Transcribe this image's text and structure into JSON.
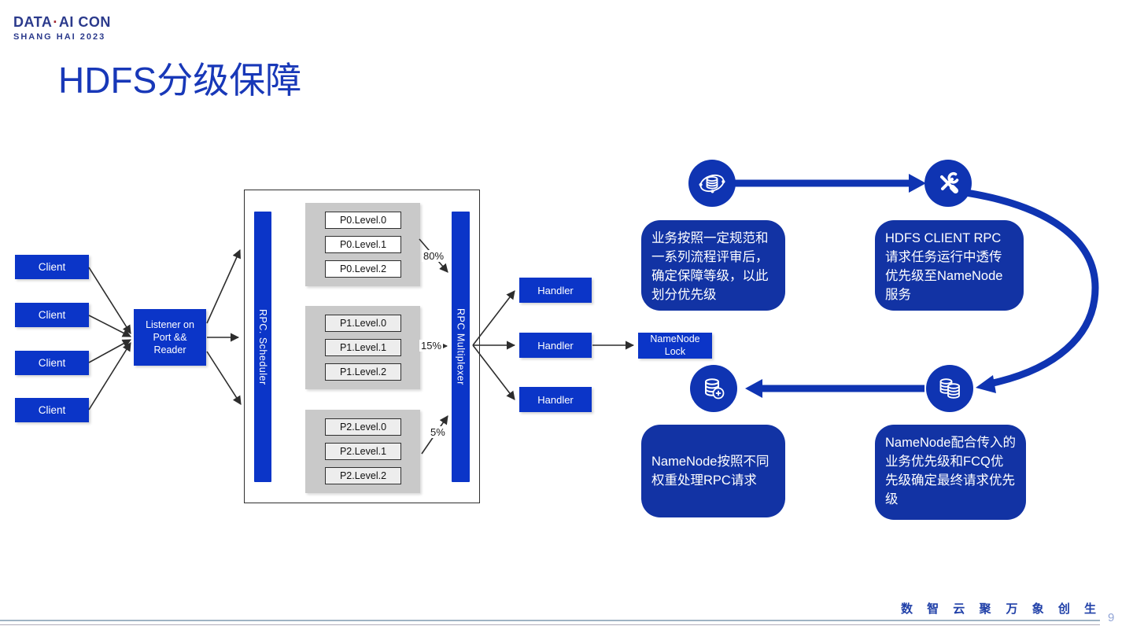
{
  "logo": {
    "brand_pre": "DATA",
    "brand_dot": "·",
    "brand_post": "AI CON",
    "subtitle": "SHANG HAI 2023"
  },
  "title": "HDFS分级保障",
  "diagram": {
    "clients": [
      "Client",
      "Client",
      "Client",
      "Client"
    ],
    "listener_label": "Listener on\nPort &&\nReader",
    "scheduler_label": "RPC. Scheduler",
    "multiplexer_label": "RPC Multiplexer",
    "queue_groups": [
      {
        "levels": [
          "P0.Level.0",
          "P0.Level.1",
          "P0.Level.2"
        ],
        "weight": "80%"
      },
      {
        "levels": [
          "P1.Level.0",
          "P1.Level.1",
          "P1.Level.2"
        ],
        "weight": "15%"
      },
      {
        "levels": [
          "P2.Level.0",
          "P2.Level.1",
          "P2.Level.2"
        ],
        "weight": "5%"
      }
    ],
    "handlers": [
      "Handler",
      "Handler",
      "Handler"
    ],
    "namenode_lock_label": "NameNode\nLock"
  },
  "steps": [
    {
      "icon": "database-orbit-icon",
      "text": "业务按照一定规范和一系列流程评审后，确定保障等级，以此划分优先级"
    },
    {
      "icon": "tools-icon",
      "text": "HDFS CLIENT RPC请求任务运行中透传优先级至NameNode服务"
    },
    {
      "icon": "database-add-icon",
      "text": "NameNode按照不同权重处理RPC请求"
    },
    {
      "icon": "databases-stack-icon",
      "text": "NameNode配合传入的业务优先级和FCQ优先级确定最终请求优先级"
    }
  ],
  "footer": {
    "slogan_left": "数 智 云 聚",
    "slogan_right": "万 象 创 生",
    "page_number": "9"
  },
  "colors": {
    "box_blue": "#0b35c8",
    "accent_blue": "#0f34b2",
    "panel_blue": "#1233a4",
    "title_blue": "#1838b8",
    "logo_navy": "#2b3a8c",
    "logo_dot_red": "#a0252f"
  }
}
